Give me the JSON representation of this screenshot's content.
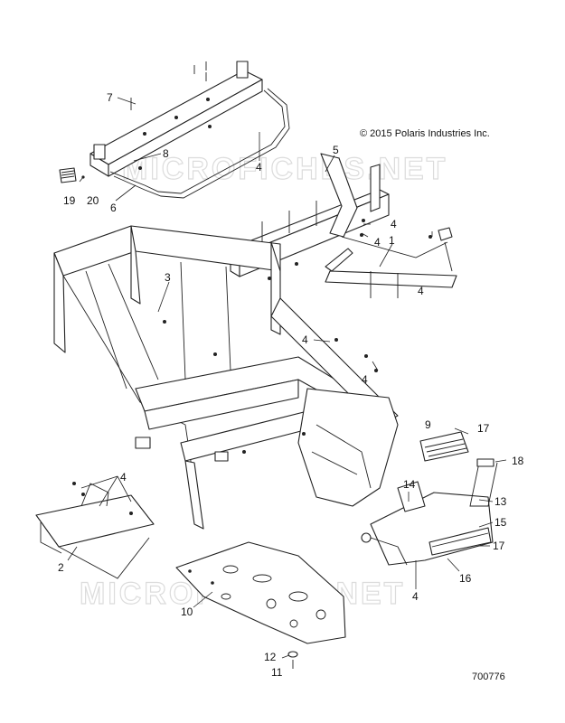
{
  "copyright": "© 2015 Polaris Industries Inc.",
  "document_number": "700776",
  "watermark": "MICROFICHES.NET",
  "callouts": [
    {
      "id": "c7",
      "label": "7"
    },
    {
      "id": "c8",
      "label": "8"
    },
    {
      "id": "c4a",
      "label": "4"
    },
    {
      "id": "c19",
      "label": "19"
    },
    {
      "id": "c20",
      "label": "20"
    },
    {
      "id": "c6",
      "label": "6"
    },
    {
      "id": "c5",
      "label": "5"
    },
    {
      "id": "c4b",
      "label": "4"
    },
    {
      "id": "c4c",
      "label": "4"
    },
    {
      "id": "c3",
      "label": "3"
    },
    {
      "id": "c4d",
      "label": "4"
    },
    {
      "id": "c1",
      "label": "1"
    },
    {
      "id": "c4e",
      "label": "4"
    },
    {
      "id": "c4f",
      "label": "4"
    },
    {
      "id": "c9",
      "label": "9"
    },
    {
      "id": "c17a",
      "label": "17"
    },
    {
      "id": "c18",
      "label": "18"
    },
    {
      "id": "c4g",
      "label": "4"
    },
    {
      "id": "c14",
      "label": "14"
    },
    {
      "id": "c13",
      "label": "13"
    },
    {
      "id": "c15",
      "label": "15"
    },
    {
      "id": "c17b",
      "label": "17"
    },
    {
      "id": "c2",
      "label": "2"
    },
    {
      "id": "c16",
      "label": "16"
    },
    {
      "id": "c4h",
      "label": "4"
    },
    {
      "id": "c10",
      "label": "10"
    },
    {
      "id": "c12",
      "label": "12"
    },
    {
      "id": "c11",
      "label": "11"
    }
  ]
}
